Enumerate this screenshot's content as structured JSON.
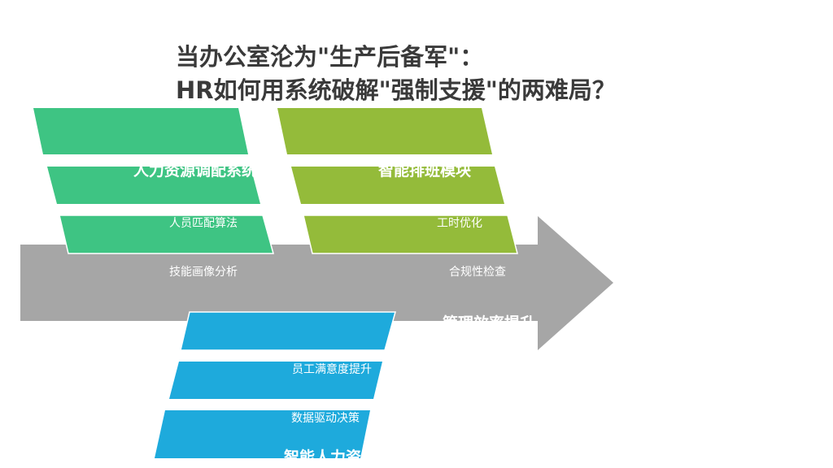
{
  "title": {
    "line1": "当办公室沦为\"生产后备军\"：",
    "line2": "HR如何用系统破解\"强制支援\"的两难局？"
  },
  "colors": {
    "arrow": "#a6a6a6",
    "green": "#3ec483",
    "olive": "#94bb3a",
    "blue": "#1eaadc",
    "title": "#3a3a3a"
  },
  "arrow": {
    "label": "管理效率提升"
  },
  "groups": [
    {
      "main": "人力资源调配系统",
      "subs": [
        "人员匹配算法",
        "技能画像分析"
      ]
    },
    {
      "main": "智能排班模块",
      "subs": [
        "工时优化",
        "合规性检查"
      ]
    },
    {
      "main": "智能人力资源管理",
      "subs": [
        "员工满意度提升",
        "数据驱动决策"
      ]
    }
  ]
}
